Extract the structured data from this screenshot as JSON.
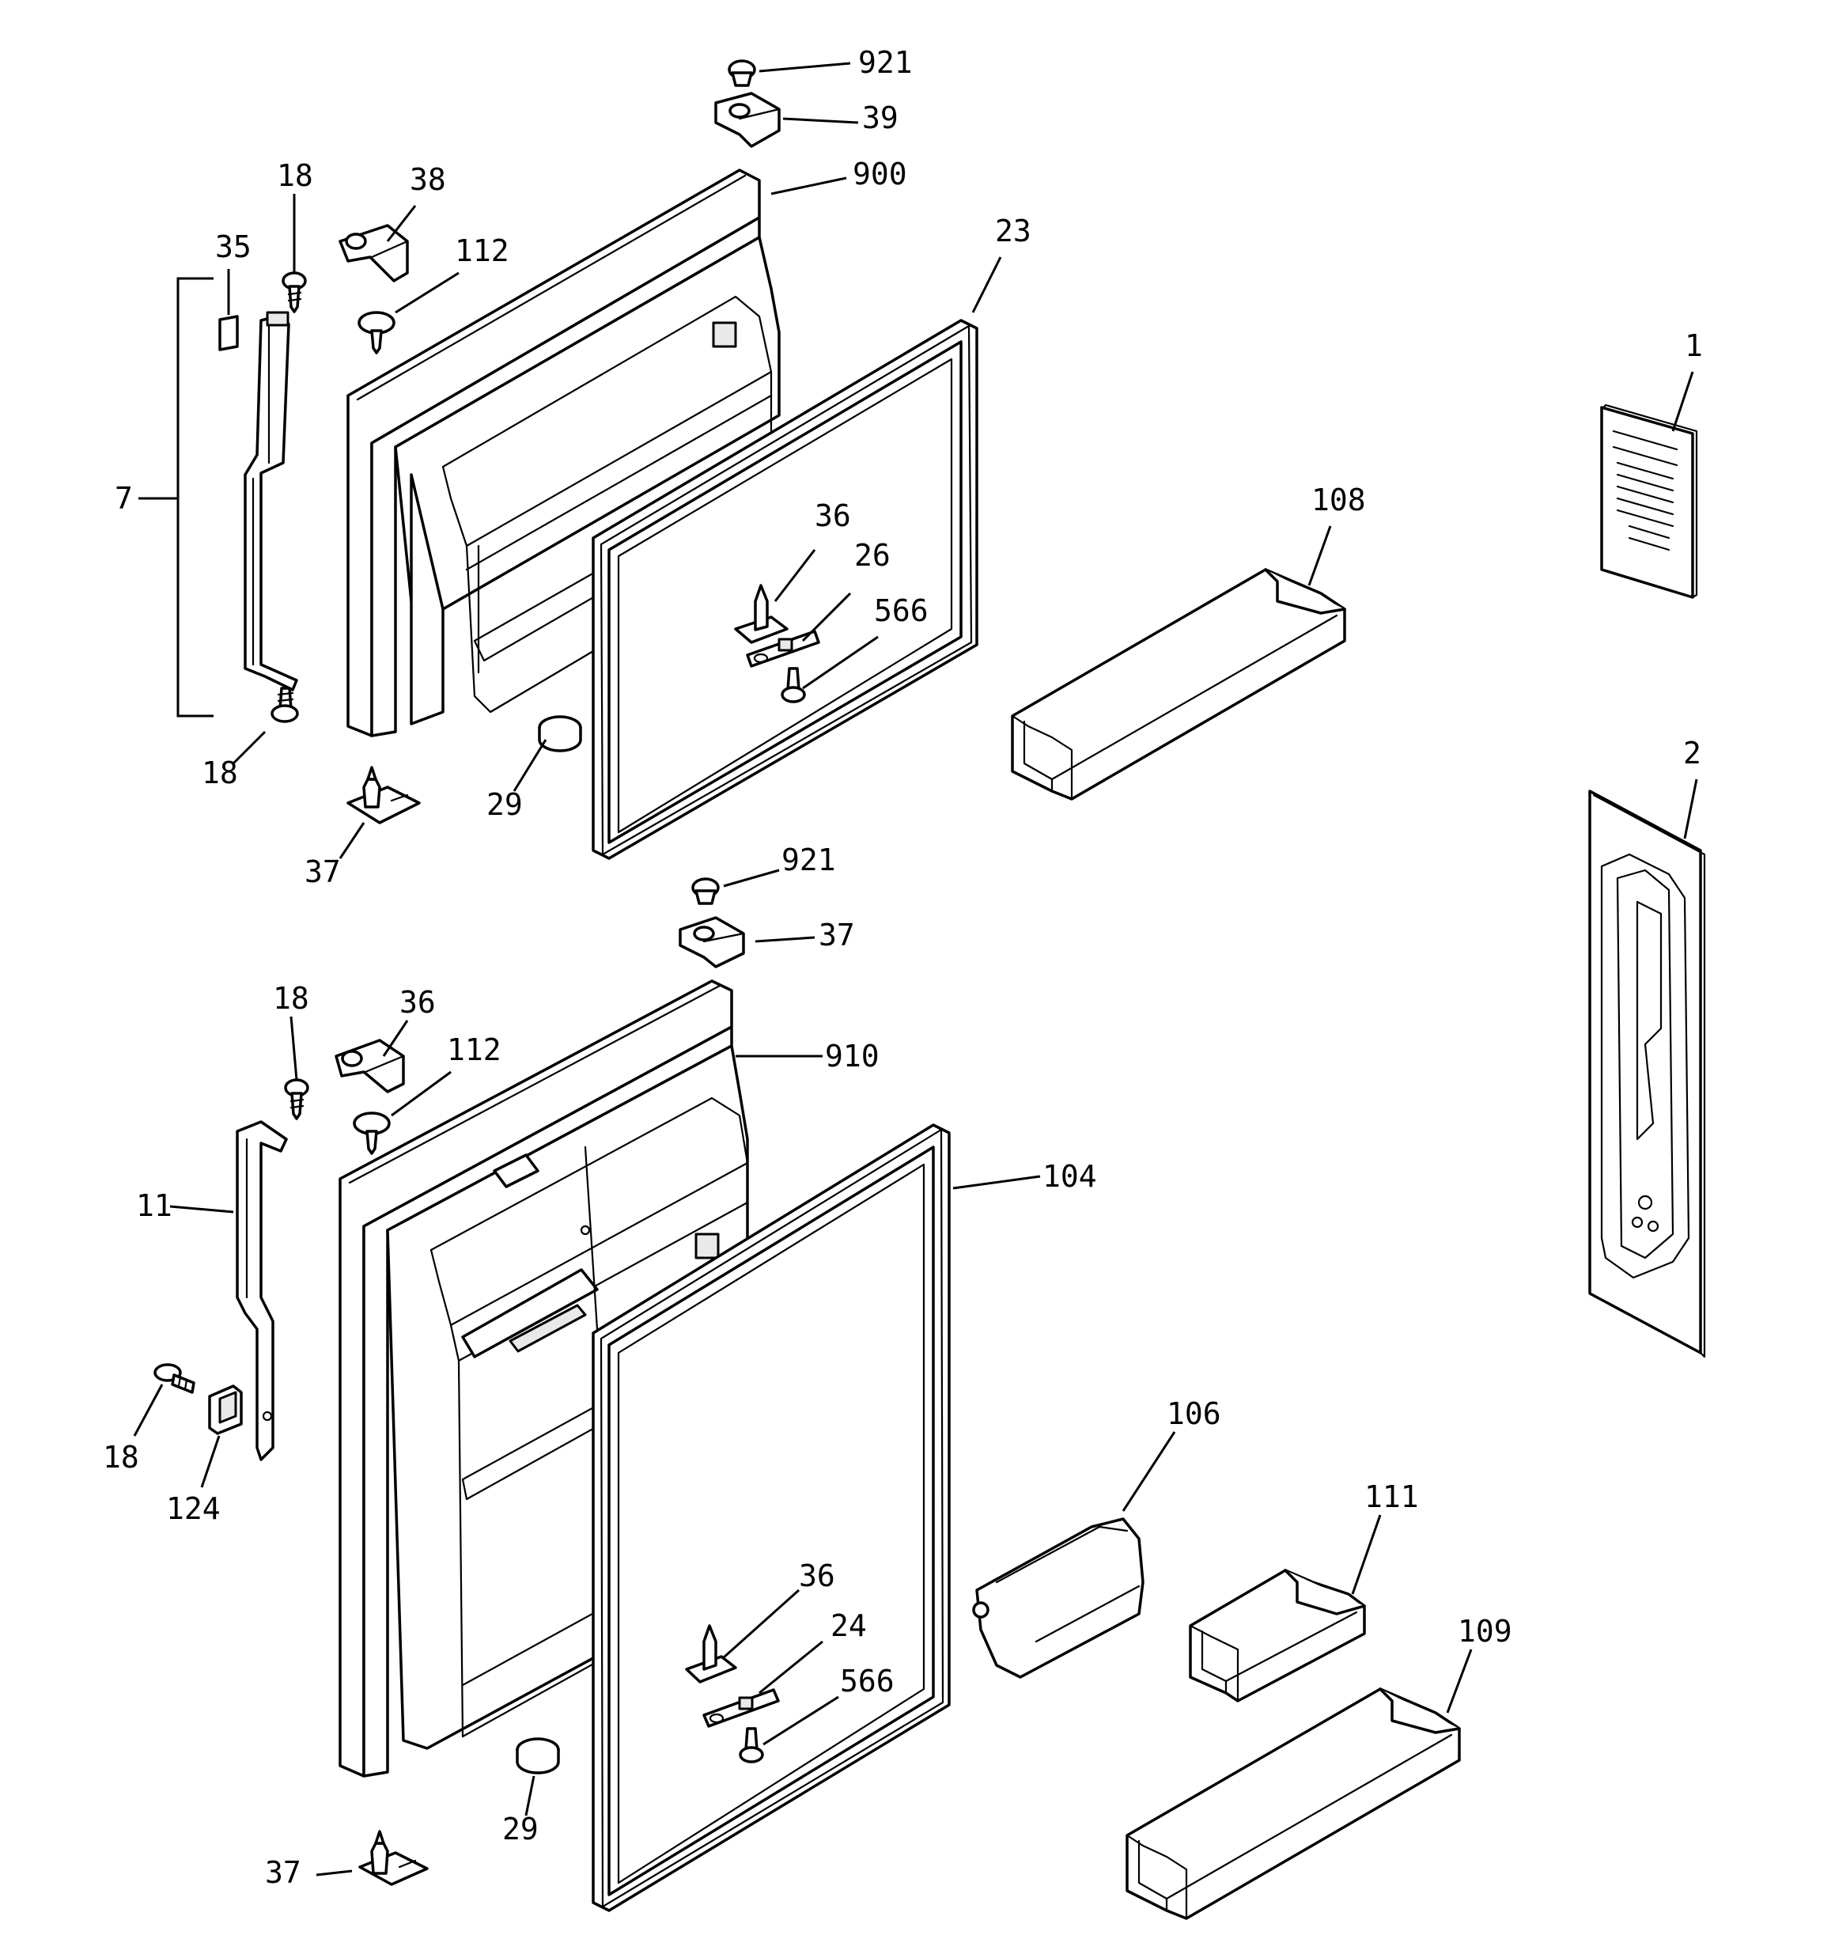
{
  "colors": {
    "line": "#000000",
    "background": "#ffffff"
  },
  "callouts": [
    {
      "id": "c921a",
      "text": "921"
    },
    {
      "id": "c39",
      "text": "39"
    },
    {
      "id": "c900",
      "text": "900"
    },
    {
      "id": "c18a",
      "text": "18"
    },
    {
      "id": "c38",
      "text": "38"
    },
    {
      "id": "c35",
      "text": "35"
    },
    {
      "id": "c112a",
      "text": "112"
    },
    {
      "id": "c23",
      "text": "23"
    },
    {
      "id": "c1",
      "text": "1"
    },
    {
      "id": "c7",
      "text": "7"
    },
    {
      "id": "c108",
      "text": "108"
    },
    {
      "id": "c36a",
      "text": "36"
    },
    {
      "id": "c26",
      "text": "26"
    },
    {
      "id": "c566a",
      "text": "566"
    },
    {
      "id": "c18b",
      "text": "18"
    },
    {
      "id": "c29a",
      "text": "29"
    },
    {
      "id": "c37a",
      "text": "37"
    },
    {
      "id": "c2",
      "text": "2"
    },
    {
      "id": "c921b",
      "text": "921"
    },
    {
      "id": "c37b",
      "text": "37"
    },
    {
      "id": "c18c",
      "text": "18"
    },
    {
      "id": "c36b",
      "text": "36"
    },
    {
      "id": "c112b",
      "text": "112"
    },
    {
      "id": "c910",
      "text": "910"
    },
    {
      "id": "c104",
      "text": "104"
    },
    {
      "id": "c11",
      "text": "11"
    },
    {
      "id": "c18d",
      "text": "18"
    },
    {
      "id": "c124",
      "text": "124"
    },
    {
      "id": "c106",
      "text": "106"
    },
    {
      "id": "c111",
      "text": "111"
    },
    {
      "id": "c36c",
      "text": "36"
    },
    {
      "id": "c24",
      "text": "24"
    },
    {
      "id": "c109",
      "text": "109"
    },
    {
      "id": "c566b",
      "text": "566"
    },
    {
      "id": "c29b",
      "text": "29"
    },
    {
      "id": "c37c",
      "text": "37"
    }
  ]
}
